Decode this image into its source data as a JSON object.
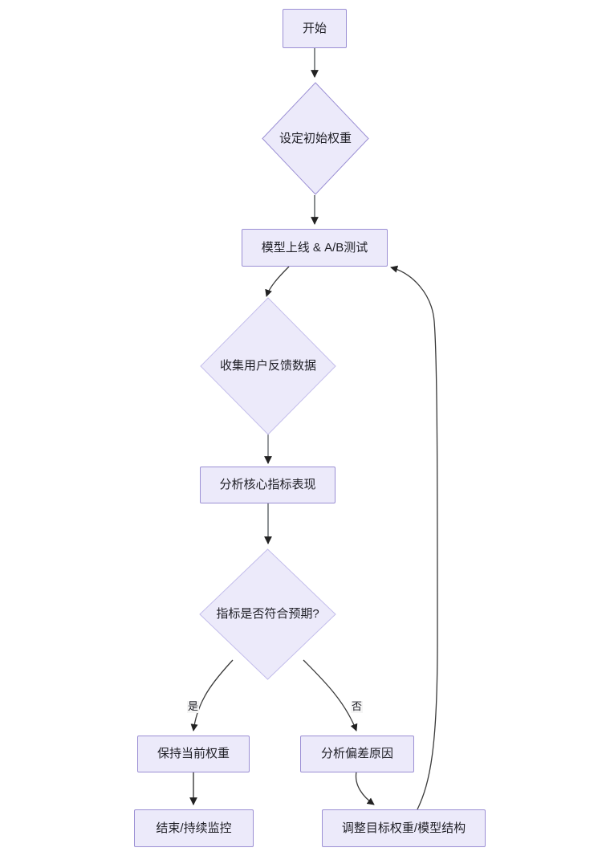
{
  "diagram": {
    "type": "flowchart",
    "direction": "top-to-bottom",
    "theme": {
      "node_fill": "#ECEAFA",
      "node_border": "#9B8FD4",
      "edge_color": "#333333",
      "text_color": "#1f1f26",
      "background": "#ffffff",
      "edge_label_background": "#f5f5f5"
    },
    "nodes": [
      {
        "id": "start",
        "shape": "rect",
        "label": "开始"
      },
      {
        "id": "init",
        "shape": "diamond",
        "label": "设定初始权重"
      },
      {
        "id": "launch",
        "shape": "rect",
        "label": "模型上线 & A/B测试"
      },
      {
        "id": "collect",
        "shape": "diamond",
        "label": "收集用户反馈数据"
      },
      {
        "id": "analyze",
        "shape": "rect",
        "label": "分析核心指标表现"
      },
      {
        "id": "decision",
        "shape": "diamond",
        "label": "指标是否符合预期?"
      },
      {
        "id": "keep",
        "shape": "rect",
        "label": "保持当前权重"
      },
      {
        "id": "deviation",
        "shape": "rect",
        "label": "分析偏差原因"
      },
      {
        "id": "end",
        "shape": "rect",
        "label": "结束/持续监控"
      },
      {
        "id": "adjust",
        "shape": "rect",
        "label": "调整目标权重/模型结构"
      }
    ],
    "edges": [
      {
        "id": "e1",
        "from": "start",
        "to": "init",
        "label": ""
      },
      {
        "id": "e2",
        "from": "init",
        "to": "launch",
        "label": ""
      },
      {
        "id": "e3",
        "from": "launch",
        "to": "collect",
        "label": ""
      },
      {
        "id": "e4",
        "from": "collect",
        "to": "analyze",
        "label": ""
      },
      {
        "id": "e5",
        "from": "analyze",
        "to": "decision",
        "label": ""
      },
      {
        "id": "e6",
        "from": "decision",
        "to": "keep",
        "label": "是"
      },
      {
        "id": "e7",
        "from": "decision",
        "to": "deviation",
        "label": "否"
      },
      {
        "id": "e8",
        "from": "keep",
        "to": "end",
        "label": ""
      },
      {
        "id": "e9",
        "from": "deviation",
        "to": "adjust",
        "label": ""
      },
      {
        "id": "e10",
        "from": "adjust",
        "to": "launch",
        "label": ""
      }
    ]
  }
}
